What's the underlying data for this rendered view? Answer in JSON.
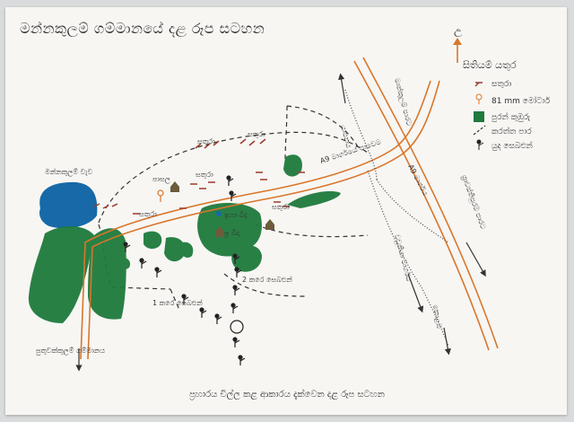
{
  "title": "මන්නකුලම් ගම්මානයේ දළ රූප සටහන",
  "caption": "ප්‍රහාරය චිල්ල කළ ආකාරය දැක්වෙන දළ රූප සටහන",
  "north_arrow_glyph": "උ",
  "legend": {
    "title": "සිතියම් යතුර",
    "items": [
      {
        "label": "සතුරා",
        "icon": "enemy-symbol-icon"
      },
      {
        "label": "81 mm මෝටාර්",
        "icon": "mortar-icon"
      },
      {
        "label": "පුරන් කුඹුරු",
        "icon": "paddy-field-icon",
        "color": "#1f7a3c"
      },
      {
        "label": "කරත්ත පාර",
        "icon": "cart-track-icon"
      },
      {
        "label": "යුද සෙබළුන්",
        "icon": "soldier-icon"
      }
    ]
  },
  "labels": {
    "tank": "මන්නකුලම් වැව",
    "highway_a": "A9 මාර්ගයේ පාවෙම",
    "highway_b": "A9 මාර්ගය",
    "enemy_north1": "සතුරා",
    "enemy_north2": "සතුරා",
    "enemy_center": "සතුරා",
    "enemy_left": "සතුරා",
    "enemy_right": "සතුරා",
    "temple": "පාසල",
    "point_a": "ඉහා බිද",
    "point_b": "ප්‍ර බිද",
    "company2": "2 කරෙ සෙබළුන්",
    "company1": "1 කරෙ සෙබළුන්",
    "road_north": "යාපනය",
    "road_mankulam": "මාන්කුලම් පාරට",
    "road_east": "ශ්‍රාවස්තිපුරම් පාරට",
    "road_south": "වවුනියා මාර්ගය",
    "road_kolugu": "කොළඹ",
    "village_south": "පුතුවක්කුලම් ගම්මානය"
  },
  "colors": {
    "road": "#d9762b",
    "paddy": "#1f7a3c",
    "water": "#1769a8",
    "rail": "#444444",
    "dashed": "#333333"
  }
}
